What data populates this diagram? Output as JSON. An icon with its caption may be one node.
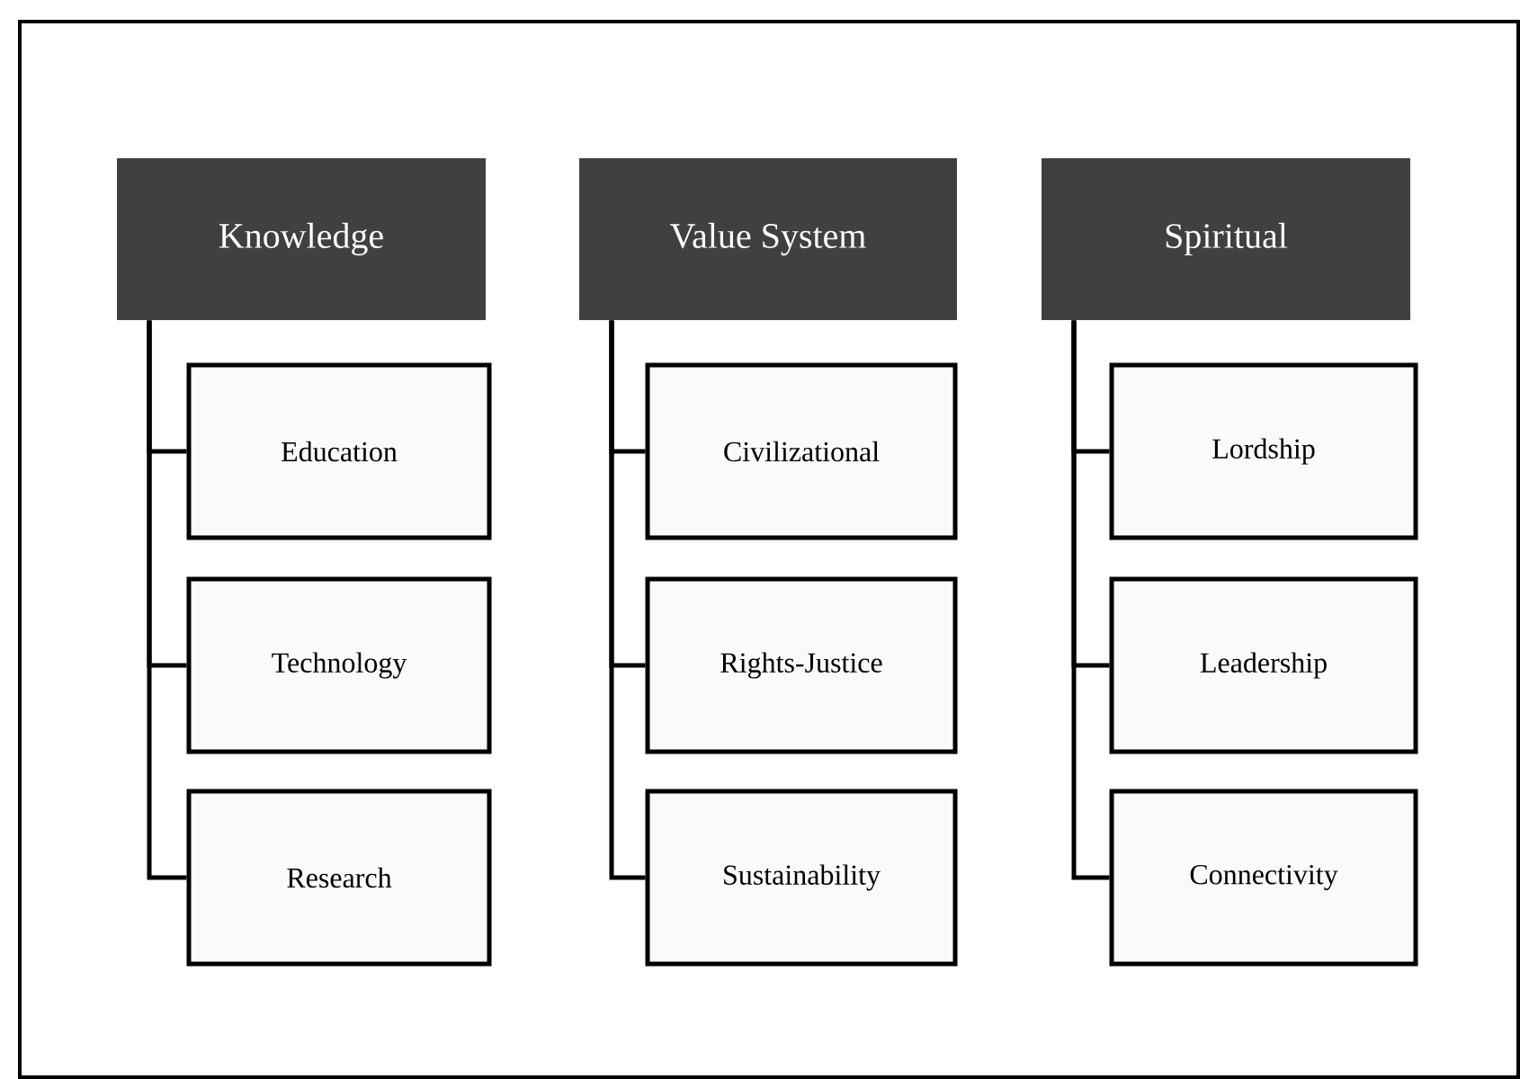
{
  "diagram": {
    "nodes": [
      {
        "text": [
          "Knowledge"
        ]
      },
      {
        "text": [
          "Education"
        ]
      },
      {
        "text": [
          "Technology"
        ]
      },
      {
        "text": [
          "Research"
        ]
      },
      {
        "text": [
          "Value System"
        ]
      },
      {
        "text": [
          "Civilizational"
        ]
      },
      {
        "text": [
          "Rights-Justice"
        ]
      },
      {
        "text": [
          "Sustainability"
        ]
      },
      {
        "text": [
          "Spiritual"
        ]
      },
      {
        "text": [
          "Lordship"
        ]
      },
      {
        "text": [
          "Leadership"
        ]
      },
      {
        "text": [
          "Connectivity"
        ]
      }
    ],
    "edges": [
      {
        "from": 0,
        "to": 1,
        "arrow": "none"
      },
      {
        "from": 0,
        "to": 2,
        "arrow": "none"
      },
      {
        "from": 0,
        "to": 3,
        "arrow": "none"
      },
      {
        "from": 4,
        "to": 5,
        "arrow": "none"
      },
      {
        "from": 4,
        "to": 6,
        "arrow": "none"
      },
      {
        "from": 4,
        "to": 7,
        "arrow": "none"
      },
      {
        "from": 8,
        "to": 9,
        "arrow": "none"
      },
      {
        "from": 8,
        "to": 10,
        "arrow": "none"
      },
      {
        "from": 8,
        "to": 11,
        "arrow": "none"
      }
    ]
  }
}
